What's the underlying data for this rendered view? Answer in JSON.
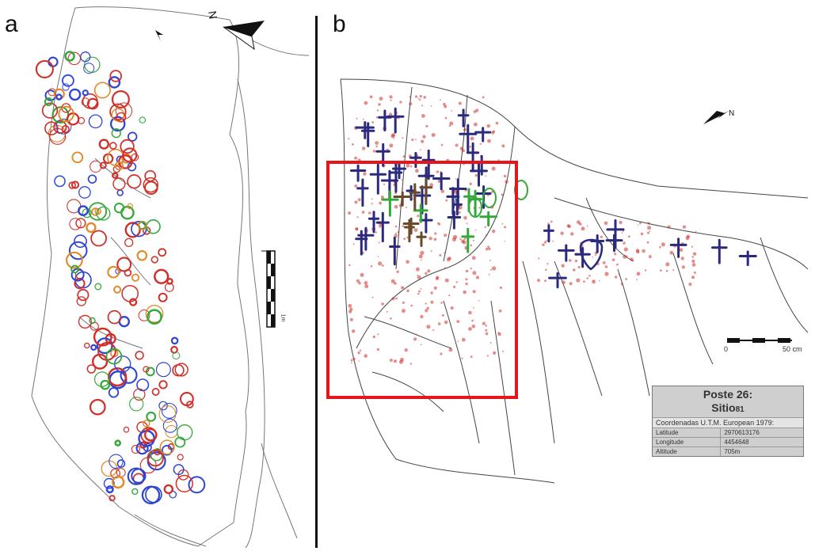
{
  "panels": {
    "a": {
      "label": "a",
      "north": "N",
      "scale_label": "1m"
    },
    "b": {
      "label": "b",
      "north": "N",
      "scale_start": "0",
      "scale_end": "50 cm",
      "info": {
        "title": "Poste 26:",
        "site": "Sitio",
        "site_num": "81",
        "coords_title": "Coordenadas U.T.M. European 1979:",
        "rows": [
          {
            "label": "Latitude",
            "value": "2970613176"
          },
          {
            "label": "Longitude",
            "value": "4454648"
          },
          {
            "label": "Altitude",
            "value": "705m"
          }
        ]
      }
    }
  },
  "colors": {
    "red": "#d0302a",
    "blue": "#2f45d6",
    "green": "#34a83a",
    "orange": "#e08a2a",
    "navy": "#2b2a7c",
    "brown": "#6a4a2a",
    "highlight": "#e8141c",
    "outline": "#666666"
  }
}
